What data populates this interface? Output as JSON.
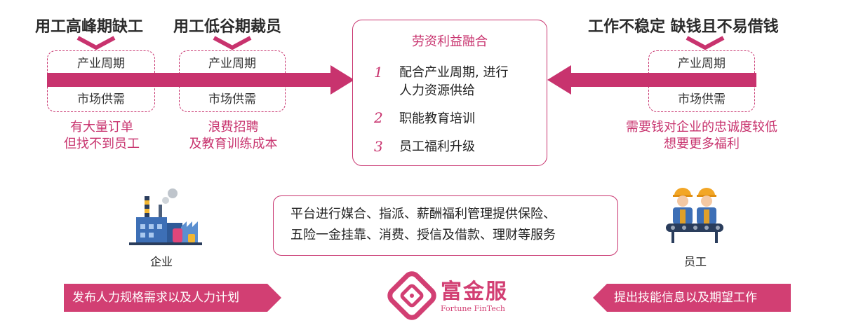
{
  "left": {
    "title1": "用工高峰期缺工",
    "title2": "用工低谷期裁员",
    "box1": {
      "line1": "产业周期",
      "line2": "市场供需"
    },
    "box2": {
      "line1": "产业周期",
      "line2": "市场供需"
    },
    "note1": {
      "line1": "有大量订单",
      "line2": "但找不到员工"
    },
    "note2": {
      "line1": "浪费招聘",
      "line2": "及教育训练成本"
    }
  },
  "right": {
    "title": "工作不稳定  缺钱且不易借钱",
    "box": {
      "line1": "产业周期",
      "line2": "市场供需"
    },
    "note": {
      "line1": "需要钱对企业的忠诚度较低",
      "line2": "想要更多福利"
    }
  },
  "center": {
    "title": "劳资利益融合",
    "items": [
      {
        "num": "1",
        "line1": "配合产业周期, 进行",
        "line2": "人力资源供给"
      },
      {
        "num": "2",
        "line1": "职能教育培训"
      },
      {
        "num": "3",
        "line1": "员工福利升级"
      }
    ]
  },
  "platform": {
    "line1": "平台进行媒合、指派、薪酬福利管理提供保险、",
    "line2": "五险一金挂靠、消费、授信及借款、理财等服务"
  },
  "enterprise": {
    "caption": "企业",
    "icon": "factory-icon"
  },
  "employee": {
    "caption": "员工",
    "icon": "workers-icon"
  },
  "banners": {
    "left": "发布人力规格需求以及人力计划",
    "right": "提出技能信息以及期望工作"
  },
  "logo": {
    "name": "富金服",
    "subtitle": "Fortune FinTech"
  },
  "colors": {
    "accent": "#c8336e",
    "banner": "#d23f73",
    "factory_blue": "#3d6fb6",
    "factory_yellow": "#f2b632"
  }
}
